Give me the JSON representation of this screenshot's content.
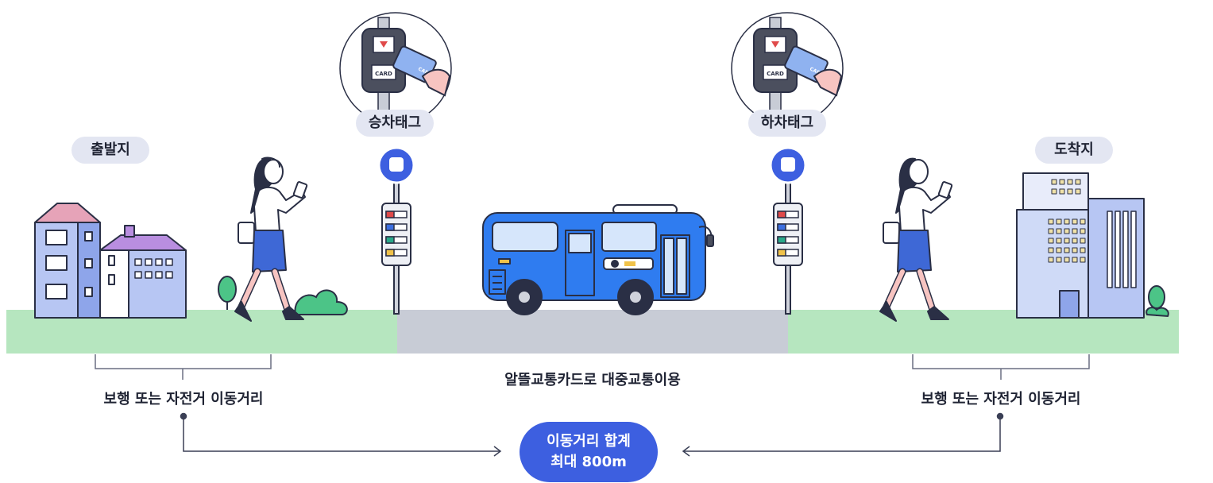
{
  "labels": {
    "origin": "출발지",
    "destination": "도착지",
    "board_tag": "승차태그",
    "alight_tag": "하차태그",
    "walk_left": "보행 또는 자전거 이동거리",
    "walk_right": "보행 또는 자전거 이동거리",
    "transit": "알뜰교통카드로 대중교통이용",
    "total_line1": "이동거리 합계",
    "total_line2": "최대 800m"
  },
  "card_text": {
    "card": "CARD",
    "reader_card": "CARD"
  },
  "colors": {
    "accent": "#3d5fe0",
    "grass": "#b6e6bf",
    "road": "#c8ccd6",
    "bus": "#2f7cf0",
    "label_bg": "#e3e6f2"
  },
  "icons": [
    "bus-stop-icon",
    "card-reader-icon",
    "bus-icon",
    "woman-walking-icon",
    "tree-icon",
    "building-icon"
  ]
}
